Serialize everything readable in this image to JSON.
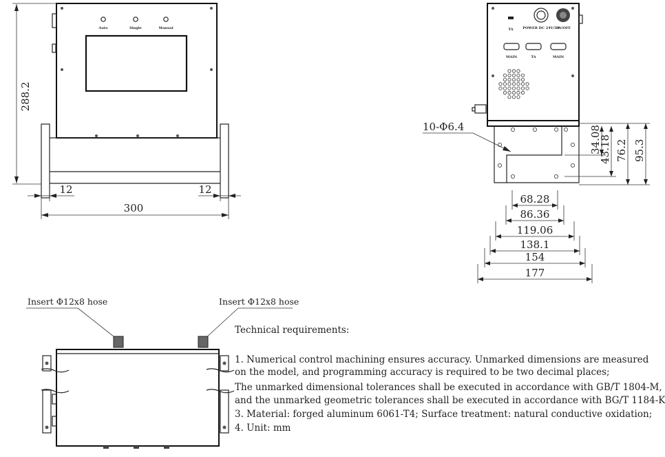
{
  "front_view": {
    "buttons": [
      "Auto",
      "Single",
      "Manual"
    ],
    "dim_height": "288.2",
    "dim_flange_left": "12",
    "dim_flange_right": "12",
    "dim_width": "300"
  },
  "side_view": {
    "panel_labels": [
      "TA",
      "POWER\nDC 24V/3A",
      "ON/OFF",
      "MAIN",
      "TA",
      "MAIN"
    ],
    "hole_callout": "10-Φ6.4",
    "vertical_dims": [
      "34.08",
      "43.18",
      "76.2",
      "95.3"
    ],
    "horizontal_dims": [
      "68.28",
      "86.36",
      "119.06",
      "138.1",
      "154",
      "177"
    ]
  },
  "bottom_view": {
    "hose_label_left": "Insert Φ12x8 hose",
    "hose_label_right": "Insert Φ12x8 hose"
  },
  "requirements": {
    "title": "Technical requirements:",
    "lines": [
      "1. Numerical control machining ensures accuracy. Unmarked dimensions are measured",
      "on the model, and programming accuracy is required to be two decimal places;",
      "The unmarked dimensional tolerances shall be executed in accordance with GB/T 1804-M,",
      "and the unmarked geometric tolerances shall be executed in accordance with BG/T 1184-K",
      "3. Material: forged aluminum 6061-T4; Surface treatment: natural conductive oxidation;",
      "4. Unit: mm"
    ]
  }
}
